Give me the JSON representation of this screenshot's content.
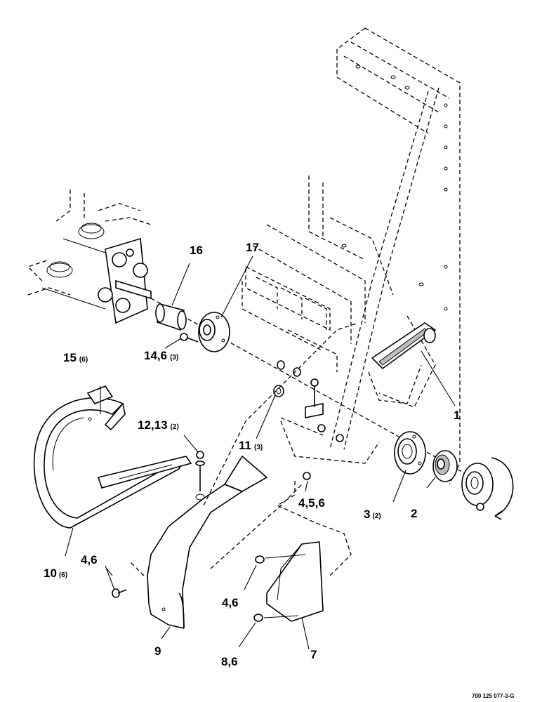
{
  "callouts": {
    "c1": {
      "num": "1",
      "qty": ""
    },
    "c2": {
      "num": "2",
      "qty": ""
    },
    "c3": {
      "num": "3",
      "qty": "(2)"
    },
    "c455": {
      "num": "4,5,6",
      "qty": ""
    },
    "c46a": {
      "num": "4,6",
      "qty": ""
    },
    "c46b": {
      "num": "4,6",
      "qty": ""
    },
    "c7": {
      "num": "7",
      "qty": ""
    },
    "c86": {
      "num": "8,6",
      "qty": ""
    },
    "c9": {
      "num": "9",
      "qty": ""
    },
    "c10": {
      "num": "10",
      "qty": "(6)"
    },
    "c11": {
      "num": "11",
      "qty": "(3)"
    },
    "c1213": {
      "num": "12,13",
      "qty": "(2)"
    },
    "c146": {
      "num": "14,6",
      "qty": "(3)"
    },
    "c15": {
      "num": "15",
      "qty": "(6)"
    },
    "c16": {
      "num": "16",
      "qty": ""
    },
    "c17": {
      "num": "17",
      "qty": ""
    }
  },
  "drawing_code": "700 125 077-3-G"
}
